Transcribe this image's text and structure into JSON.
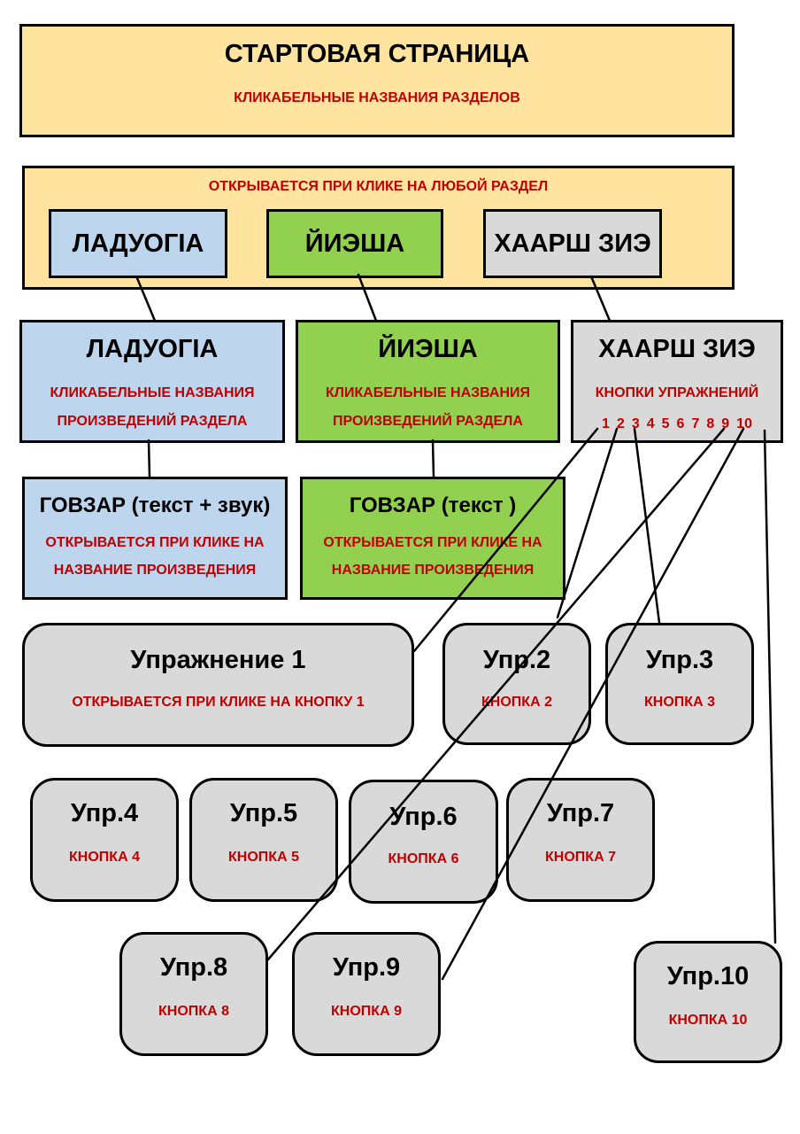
{
  "start_page": {
    "title": "СТАРТОВАЯ СТРАНИЦА",
    "subtitle": "КЛИКАБЕЛЬНЫЕ НАЗВАНИЯ РАЗДЕЛОВ"
  },
  "section_bar": {
    "caption": "ОТКРЫВАЕТСЯ ПРИ КЛИКЕ НА ЛЮБОЙ РАЗДЕЛ",
    "tabs": [
      "ЛАДУОГІА",
      "ЙИЭША",
      "ХААРШ ЗИЭ"
    ]
  },
  "sections": [
    {
      "title": "ЛАДУОГІА",
      "line1": "КЛИКАБЕЛЬНЫЕ НАЗВАНИЯ",
      "line2": "ПРОИЗВЕДЕНИЙ РАЗДЕЛА"
    },
    {
      "title": "ЙИЭША",
      "line1": "КЛИКАБЕЛЬНЫЕ НАЗВАНИЯ",
      "line2": "ПРОИЗВЕДЕНИЙ РАЗДЕЛА"
    },
    {
      "title": "ХААРШ ЗИЭ",
      "line1": "КНОПКИ УПРАЖНЕНИЙ",
      "numbers": [
        "1",
        "2",
        "3",
        "4",
        "5",
        "6",
        "7",
        "8",
        "9",
        "10"
      ]
    }
  ],
  "works": [
    {
      "title": "ГОВЗАР (текст + звук)",
      "line1": "ОТКРЫВАЕТСЯ ПРИ КЛИКЕ НА",
      "line2": "НАЗВАНИЕ ПРОИЗВЕДЕНИЯ"
    },
    {
      "title": "ГОВЗАР (текст )",
      "line1": "ОТКРЫВАЕТСЯ ПРИ КЛИКЕ НА",
      "line2": "НАЗВАНИЕ ПРОИЗВЕДЕНИЯ"
    }
  ],
  "exercises": [
    {
      "title": "Упражнение 1",
      "sub": "ОТКРЫВАЕТСЯ ПРИ КЛИКЕ НА  КНОПКУ 1"
    },
    {
      "title": "Упр.2",
      "sub": "КНОПКА 2"
    },
    {
      "title": "Упр.3",
      "sub": "КНОПКА 3"
    },
    {
      "title": "Упр.4",
      "sub": "КНОПКА 4"
    },
    {
      "title": "Упр.5",
      "sub": "КНОПКА 5"
    },
    {
      "title": "Упр.6",
      "sub": "КНОПКА 6"
    },
    {
      "title": "Упр.7",
      "sub": "КНОПКА 7"
    },
    {
      "title": "Упр.8",
      "sub": "КНОПКА 8"
    },
    {
      "title": "Упр.9",
      "sub": "КНОПКА 9"
    },
    {
      "title": "Упр.10",
      "sub": "КНОПКА 10"
    }
  ],
  "colors": {
    "yellow": "#ffe49f",
    "blue": "#bdd6ee",
    "green": "#92d050",
    "gray": "#d9d9d9",
    "red_text": "#c00000"
  }
}
